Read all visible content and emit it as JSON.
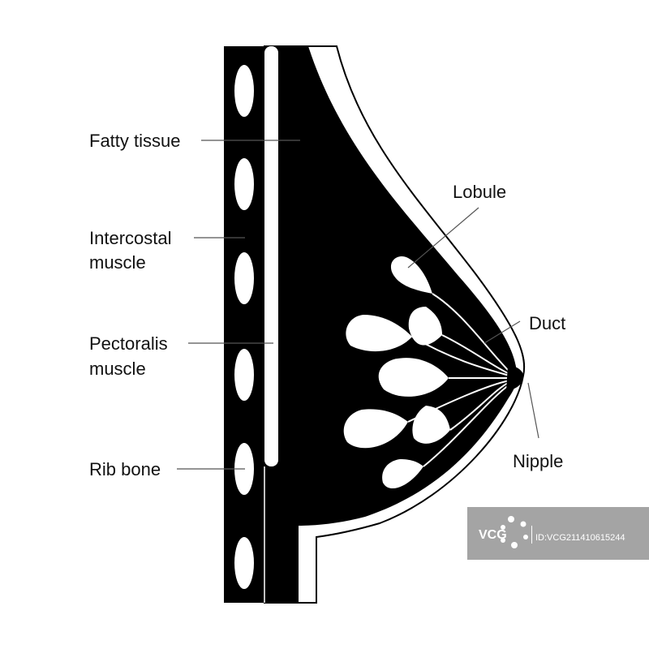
{
  "labels": {
    "fatty_tissue": "Fatty tissue",
    "intercostal_muscle": [
      "Intercostal",
      "muscle"
    ],
    "pectoralis_muscle": [
      "Pectoralis",
      "muscle"
    ],
    "rib_bone": "Rib bone",
    "lobule": "Lobule",
    "duct": "Duct",
    "nipple": "Nipple"
  },
  "watermark": {
    "logo": "VCG",
    "id": "ID:VCG211410615244"
  },
  "colors": {
    "tissue": "#000000",
    "background": "#ffffff",
    "watermark_bg": "#9a9a9a"
  }
}
